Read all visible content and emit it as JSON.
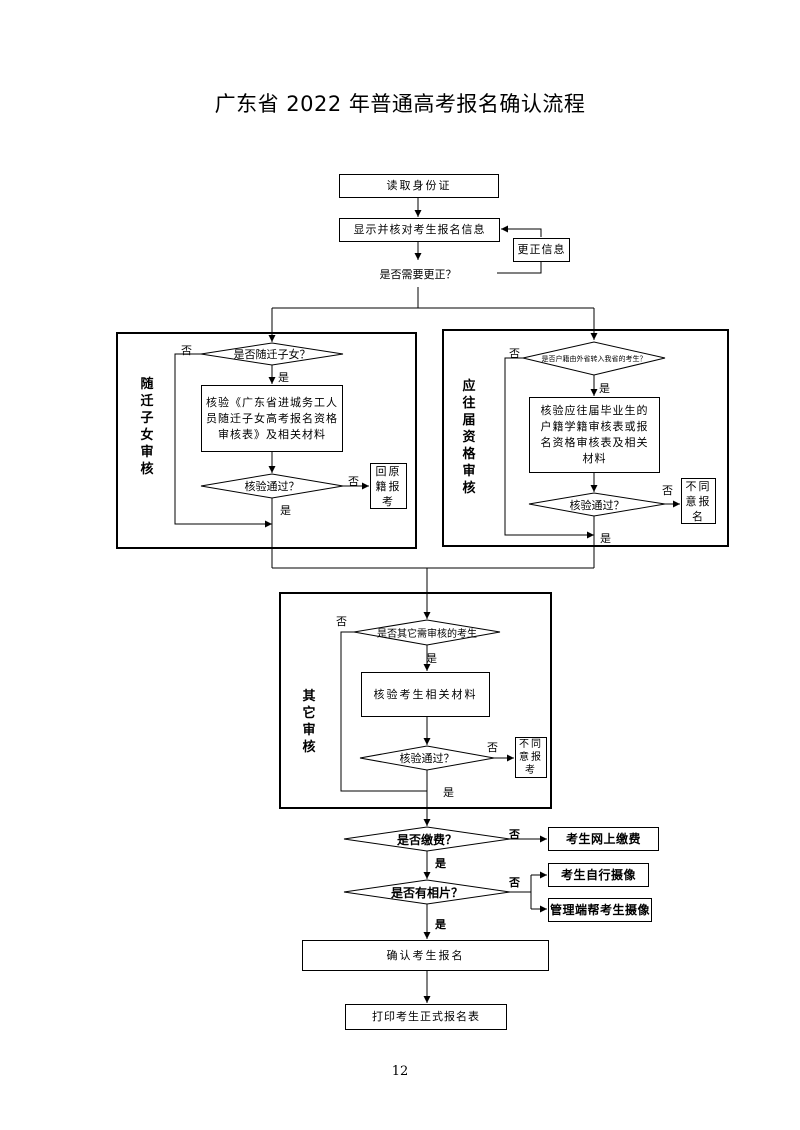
{
  "title": "广东省 2022 年普通高考报名确认流程",
  "page_number": "12",
  "nodes": {
    "read_id": "读取身份证",
    "show_info": "显示并核对考生报名信息",
    "correct_info": "更正信息",
    "need_correct": "是否需要更正？",
    "section_a": {
      "title": "随迁子女审核",
      "question": "是否随迁子女？",
      "verify": "核验《广东省进城务工人员随迁子女高考报名资格审核表》及相关材料",
      "pass": "核验通过？",
      "fail": "回原籍报考"
    },
    "section_b": {
      "title": "应往届资格审核",
      "question": "是否户籍由外省转入我省的考生？",
      "verify": "核验应往届毕业生的户籍学籍审核表或报名资格审核表及相关材料",
      "pass": "核验通过？",
      "fail": "不同意报名"
    },
    "section_c": {
      "title": "其它审核",
      "question": "是否其它需审核的考生",
      "verify": "核验考生相关材料",
      "pass": "核验通过？",
      "fail": "不同意报考"
    },
    "paid": "是否缴费？",
    "online_pay": "考生网上缴费",
    "has_photo": "是否有相片？",
    "self_photo": "考生自行摄像",
    "admin_photo": "管理端帮考生摄像",
    "confirm": "确认考生报名",
    "print": "打印考生正式报名表"
  },
  "labels": {
    "yes": "是",
    "no": "否"
  }
}
